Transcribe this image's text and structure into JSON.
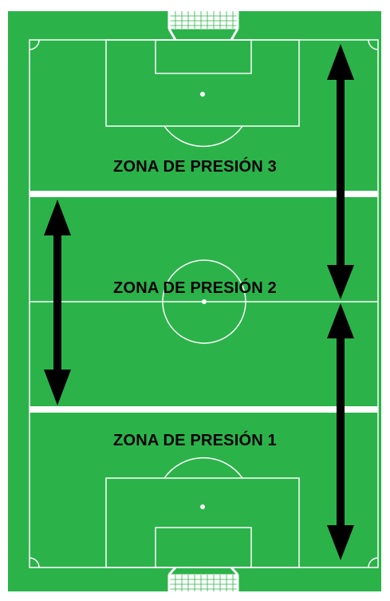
{
  "pitch": {
    "grass_color": "#2bb34a",
    "line_color": "#ffffff",
    "arrow_color": "#000000"
  },
  "zones": [
    {
      "label": "ZONA DE PRESIÓN 3"
    },
    {
      "label": "ZONA DE PRESIÓN 2"
    },
    {
      "label": "ZONA DE PRESIÓN 1"
    }
  ],
  "arrows": [
    {
      "name": "left-arrow-zone-2",
      "direction": "double"
    },
    {
      "name": "right-arrow-upper",
      "direction": "double"
    },
    {
      "name": "right-arrow-lower",
      "direction": "double"
    }
  ]
}
